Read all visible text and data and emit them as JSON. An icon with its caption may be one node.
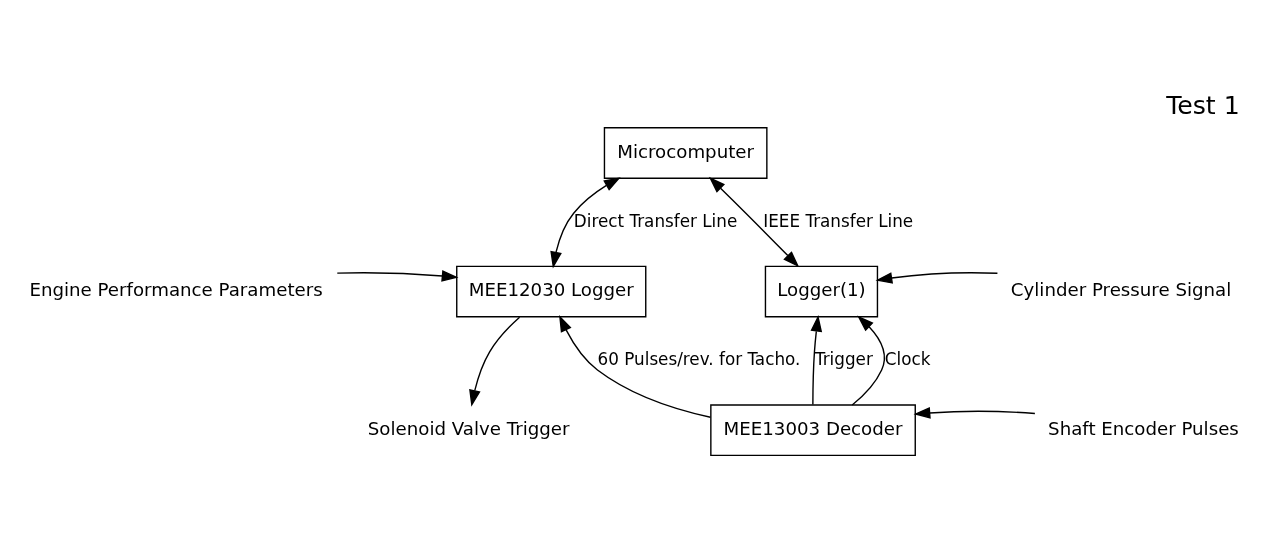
{
  "diagram": {
    "title": "Test 1",
    "nodes": [
      {
        "text": [
          "Microcomputer"
        ]
      },
      {
        "text": [
          "MEE12030 Logger"
        ]
      },
      {
        "text": [
          "Logger(1)"
        ]
      },
      {
        "text": [
          "MEE13003 Decoder"
        ]
      },
      {
        "text": [
          "Engine Performance Parameters"
        ]
      },
      {
        "text": [
          "Solenoid Valve Trigger"
        ]
      },
      {
        "text": [
          "Cylinder Pressure Signal"
        ]
      },
      {
        "text": [
          "Shaft Encoder Pulses"
        ]
      }
    ],
    "edges": [
      {
        "from": 0,
        "to": 1,
        "arrow": "both",
        "label": "Direct Transfer Line"
      },
      {
        "from": 0,
        "to": 2,
        "arrow": "both",
        "label": "IEEE Transfer Line"
      },
      {
        "from": 4,
        "to": 1,
        "arrow": "to"
      },
      {
        "from": 1,
        "to": 5,
        "arrow": "to"
      },
      {
        "from": 3,
        "to": 1,
        "arrow": "to",
        "label": "60 Pulses/rev. for Tacho."
      },
      {
        "from": 3,
        "to": 2,
        "arrow": "to",
        "label": "Trigger"
      },
      {
        "from": 3,
        "to": 2,
        "arrow": "to",
        "label": "Clock"
      },
      {
        "from": 6,
        "to": 2,
        "arrow": "to"
      },
      {
        "from": 7,
        "to": 3,
        "arrow": "to"
      }
    ]
  }
}
